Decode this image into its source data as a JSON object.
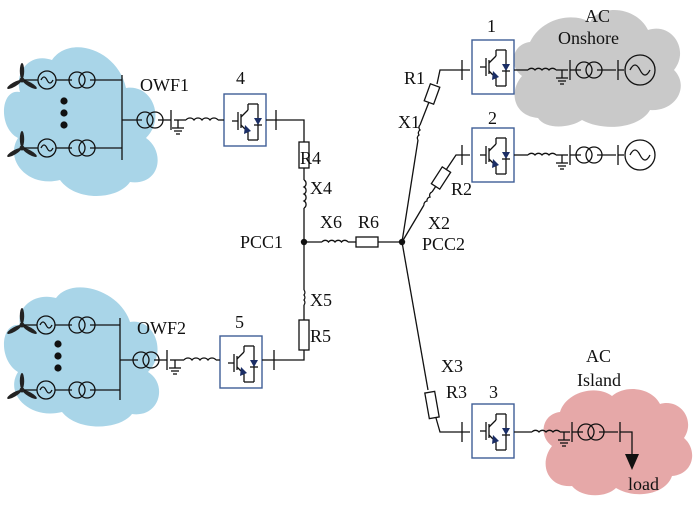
{
  "labels": {
    "owf1": "OWF1",
    "owf2": "OWF2",
    "pcc1": "PCC1",
    "pcc2": "PCC2",
    "ac_onshore_line1": "AC",
    "ac_onshore_line2": "Onshore",
    "ac_island_line1": "AC",
    "ac_island_line2": "Island",
    "load": "load"
  },
  "converters": [
    "1",
    "2",
    "3",
    "4",
    "5"
  ],
  "impedances": {
    "r1": "R1",
    "x1": "X1",
    "r2": "R2",
    "x2": "X2",
    "r3": "R3",
    "x3": "X3",
    "r4": "R4",
    "x4": "X4",
    "r5": "R5",
    "x5": "X5",
    "r6": "R6",
    "x6": "X6"
  },
  "colors": {
    "wind_cloud": "#a9d5e8",
    "onshore_cloud": "#c9c9c9",
    "island_cloud": "#e6a8a8",
    "converter_frame": "#3f5e96",
    "diode_fill": "#1b2e66",
    "line": "#111111"
  },
  "icons": [
    "wind-turbine-icon",
    "transformer-icon",
    "ac-source-icon",
    "converter-icon",
    "ground-icon",
    "load-arrow-icon"
  ]
}
